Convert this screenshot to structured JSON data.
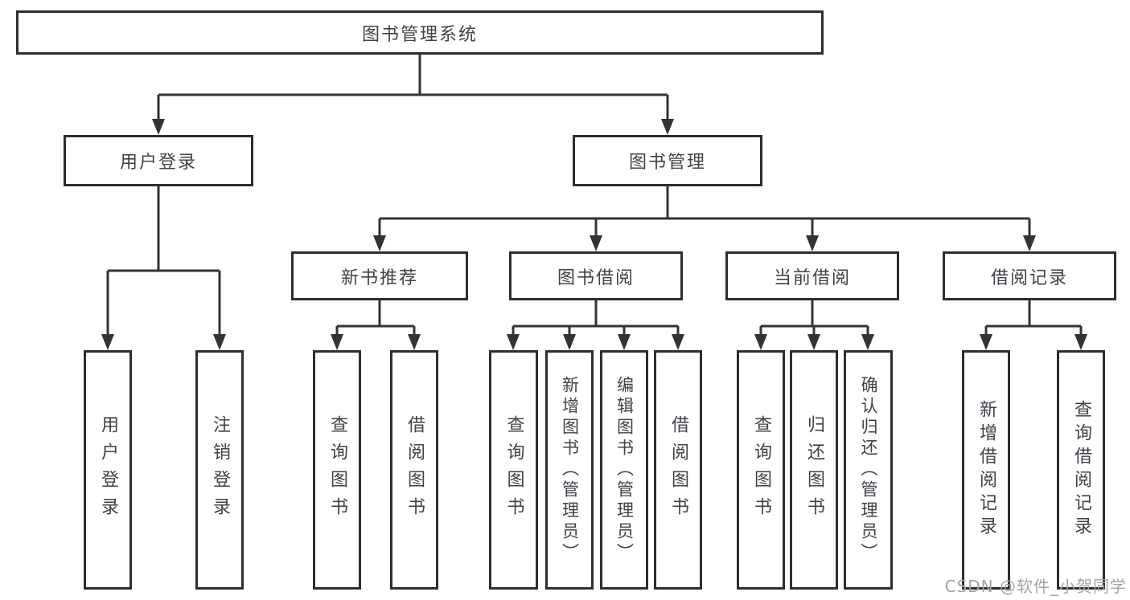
{
  "colors": {
    "line": "#333333",
    "border": "#2e2e2e",
    "text": "#41414a",
    "background": "#ffffff",
    "watermark": "#a3a3a3"
  },
  "watermark": {
    "text": "CSDN @软件_小贺同学"
  },
  "tree": {
    "root": {
      "label": "图书管理系统"
    },
    "branches": [
      {
        "label": "用户登录",
        "children": [
          {
            "label": "用户登录"
          },
          {
            "label": "注销登录"
          }
        ]
      },
      {
        "label": "图书管理",
        "children": [
          {
            "label": "新书推荐",
            "children": [
              {
                "label": "查询图书"
              },
              {
                "label": "借阅图书"
              }
            ]
          },
          {
            "label": "图书借阅",
            "children": [
              {
                "label": "查询图书"
              },
              {
                "label": "新增图书（管理员）"
              },
              {
                "label": "编辑图书（管理员）"
              },
              {
                "label": "借阅图书"
              }
            ]
          },
          {
            "label": "当前借阅",
            "children": [
              {
                "label": "查询图书"
              },
              {
                "label": "归还图书"
              },
              {
                "label": "确认归还（管理员）"
              }
            ]
          },
          {
            "label": "借阅记录",
            "children": [
              {
                "label": "新增借阅记录"
              },
              {
                "label": "查询借阅记录"
              }
            ]
          }
        ]
      }
    ]
  }
}
